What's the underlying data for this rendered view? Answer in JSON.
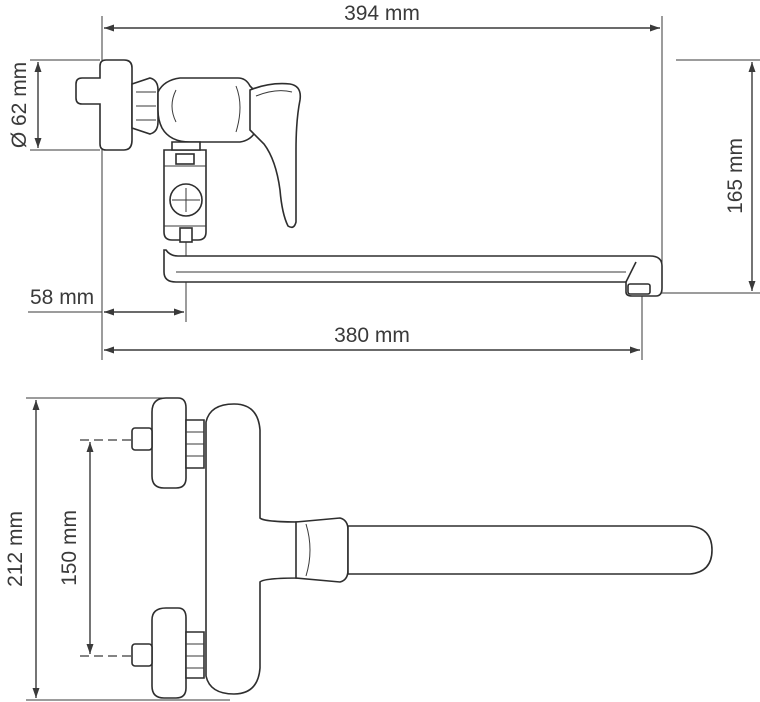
{
  "dimensions": {
    "overall_length": "394 mm",
    "diameter": "Ø 62 mm",
    "height": "165 mm",
    "offset": "58 mm",
    "spout_reach": "380 mm",
    "total_height": "212 mm",
    "inlet_spacing": "150 mm"
  }
}
